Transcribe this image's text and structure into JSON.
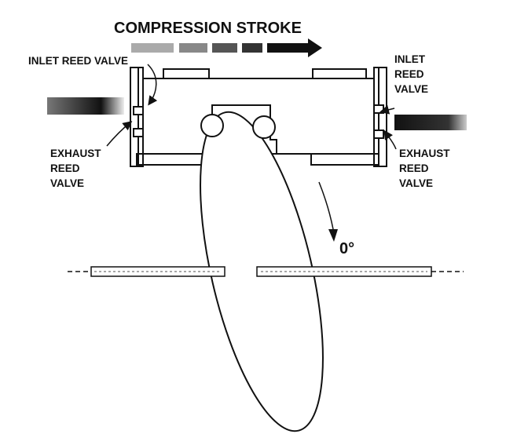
{
  "title": "COMPRESSION STROKE",
  "labels": {
    "inlet_left": "INLET REED VALVE",
    "inlet_right": [
      "INLET",
      "REED",
      "VALVE"
    ],
    "exhaust_left": [
      "EXHAUST",
      "REED",
      "VALVE"
    ],
    "exhaust_right": [
      "EXHAUST",
      "REED",
      "VALVE"
    ],
    "angle": "0°"
  },
  "icons": [
    "stroke-direction-arrow",
    "intake-flow-arrow",
    "exhaust-flow-arrow",
    "rotation-arrow"
  ]
}
